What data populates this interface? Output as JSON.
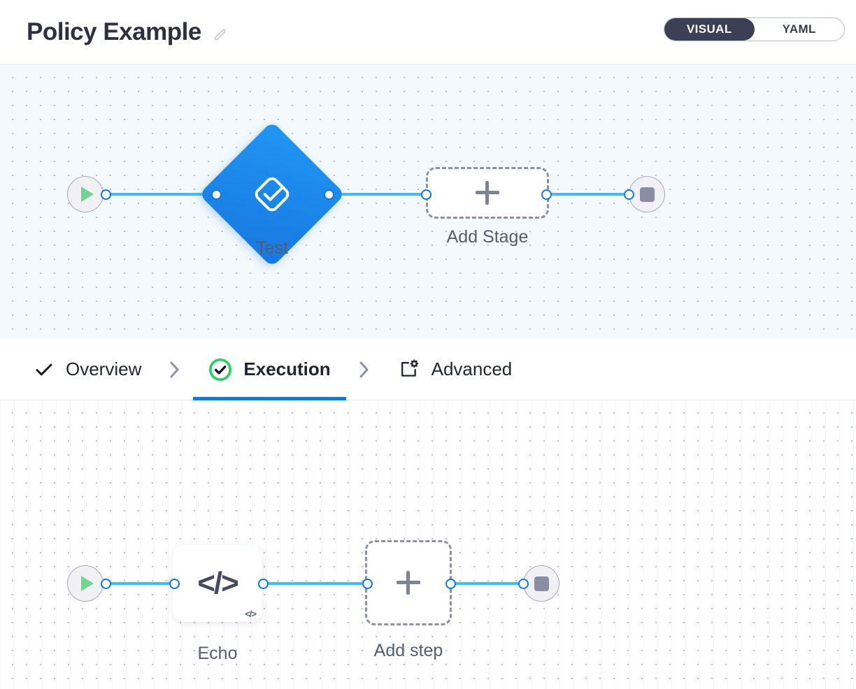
{
  "header": {
    "title": "Policy Example",
    "edit_icon": "pencil-icon",
    "mode_toggle": {
      "active": "VISUAL",
      "options": [
        {
          "label": "VISUAL",
          "active": true
        },
        {
          "label": "YAML",
          "active": false
        }
      ]
    }
  },
  "colors": {
    "accent_blue": "#1878d4",
    "edge_blue": "#3fbdf4",
    "node_blue": "#2196f3",
    "toggle_active_bg": "#3d4055",
    "success_green": "#2ecc63",
    "start_green": "#72d58f",
    "terminal_gray": "#8a8da3",
    "label_gray": "#565b70",
    "canvas_top_bg": "#f4f9fd",
    "canvas_bottom_bg": "#ffffff"
  },
  "stage_canvas": {
    "nodes": [
      {
        "id": "start",
        "type": "start-terminal",
        "icon": "play-icon",
        "label": ""
      },
      {
        "id": "test",
        "type": "stage-diamond",
        "icon": "approval-check-icon",
        "label": "Test"
      },
      {
        "id": "add-stage",
        "type": "add-placeholder",
        "icon": "plus-icon",
        "label": "Add Stage"
      },
      {
        "id": "end",
        "type": "end-terminal",
        "icon": "stop-icon",
        "label": ""
      }
    ]
  },
  "tabs": [
    {
      "id": "overview",
      "label": "Overview",
      "icon": "check-icon",
      "active": false
    },
    {
      "id": "execution",
      "label": "Execution",
      "icon": "check-circle-icon",
      "active": true
    },
    {
      "id": "advanced",
      "label": "Advanced",
      "icon": "box-gear-icon",
      "active": false
    }
  ],
  "tab_separator": "chevron-right-icon",
  "step_canvas": {
    "nodes": [
      {
        "id": "start",
        "type": "start-terminal",
        "icon": "play-icon",
        "label": ""
      },
      {
        "id": "echo",
        "type": "step-card",
        "icon": "code-icon",
        "badge": "</>",
        "glyph": "</>",
        "label": "Echo"
      },
      {
        "id": "add-step",
        "type": "add-placeholder",
        "icon": "plus-icon",
        "label": "Add step"
      },
      {
        "id": "end",
        "type": "end-terminal",
        "icon": "stop-icon",
        "label": ""
      }
    ]
  }
}
